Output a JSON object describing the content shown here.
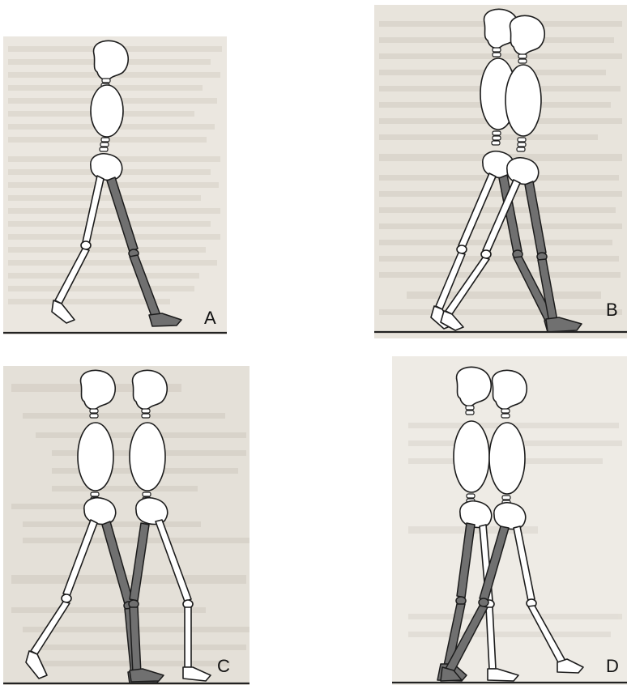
{
  "panels": [
    {
      "label": "A",
      "paper": "#ebe7e0",
      "figures": 1
    },
    {
      "label": "B",
      "paper": "#e8e4dc",
      "figures": 2
    },
    {
      "label": "C",
      "paper": "#e4e0d8",
      "figures": 2
    },
    {
      "label": "D",
      "paper": "#eeebe5",
      "figures": 2
    }
  ],
  "colors": {
    "bone_fill": "#ffffff",
    "stance_limb": "#707070",
    "outline": "#1c1c1c",
    "ground": "#222222"
  }
}
